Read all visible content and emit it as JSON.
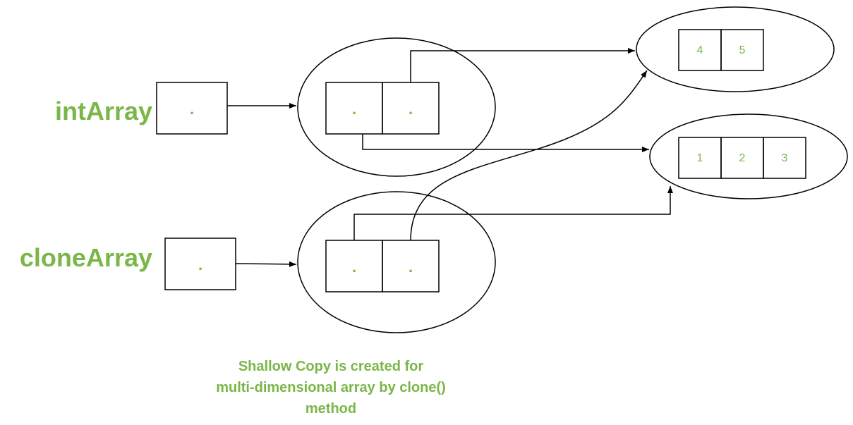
{
  "colors": {
    "accent": "#7AB648",
    "stroke": "#000000",
    "background": "#ffffff"
  },
  "variables": {
    "int_array": {
      "label": "intArray",
      "ref_symbol": "."
    },
    "clone_array": {
      "label": "cloneArray",
      "ref_symbol": "."
    }
  },
  "outer_arrays": {
    "int_array_cells": [
      ".",
      "."
    ],
    "clone_array_cells": [
      ".",
      "."
    ]
  },
  "inner_arrays": {
    "top": [
      "4",
      "5"
    ],
    "bottom": [
      "1",
      "2",
      "3"
    ]
  },
  "caption": {
    "line1": "Shallow Copy is created for",
    "line2": "multi-dimensional array by clone()",
    "line3": "method"
  }
}
